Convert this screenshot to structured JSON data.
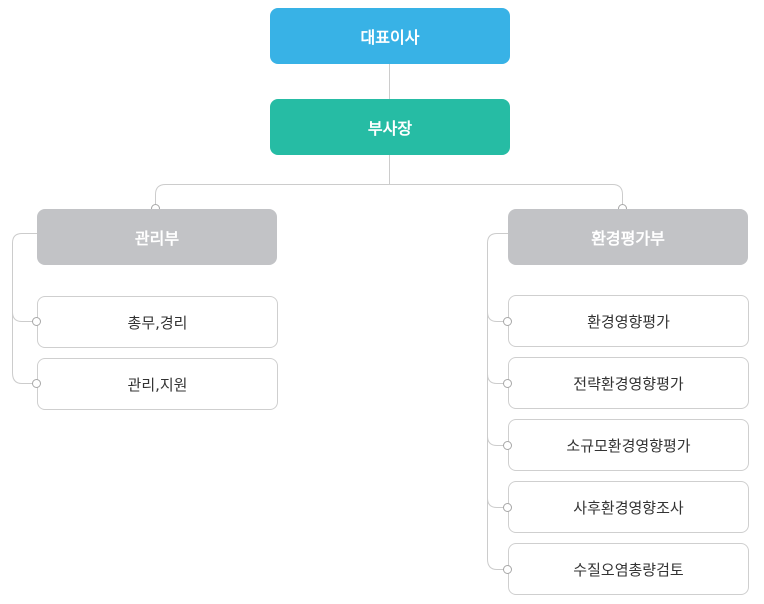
{
  "org": {
    "top": "대표이사",
    "vice": "부사장",
    "departments": [
      {
        "name": "관리부",
        "teams": [
          "총무,경리",
          "관리,지원"
        ]
      },
      {
        "name": "환경평가부",
        "teams": [
          "환경영향평가",
          "전략환경영향평가",
          "소규모환경영향평가",
          "사후환경영향조사",
          "수질오염총량검토"
        ]
      }
    ]
  },
  "colors": {
    "top": "#38b2e6",
    "vice": "#26bca4",
    "department": "#c2c3c6",
    "team_border": "#cfcfcf",
    "line": "#cccccc"
  }
}
